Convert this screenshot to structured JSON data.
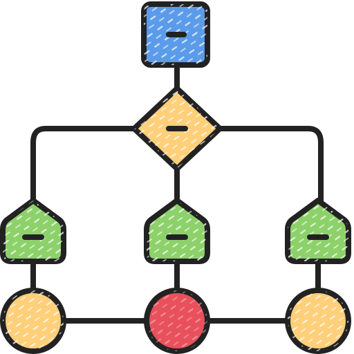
{
  "diagram": {
    "kind": "flowchart-icon",
    "stroke_color": "#222222",
    "colors": {
      "start_node": "#5B9BEA",
      "decision_node": "#FFCF7A",
      "process_node": "#8DD16A",
      "terminal_node": "#FFCF7A",
      "terminal_node_highlight": "#E8505B",
      "sketch_hatch": "#ffffff"
    },
    "nodes": [
      {
        "id": "start",
        "shape": "rounded-square",
        "fill_key": "start_node"
      },
      {
        "id": "decision",
        "shape": "diamond",
        "fill_key": "decision_node"
      },
      {
        "id": "process-left",
        "shape": "pentagon",
        "fill_key": "process_node"
      },
      {
        "id": "process-center",
        "shape": "pentagon",
        "fill_key": "process_node"
      },
      {
        "id": "process-right",
        "shape": "pentagon",
        "fill_key": "process_node"
      },
      {
        "id": "end-left",
        "shape": "circle",
        "fill_key": "terminal_node"
      },
      {
        "id": "end-center",
        "shape": "circle",
        "fill_key": "terminal_node_highlight"
      },
      {
        "id": "end-right",
        "shape": "circle",
        "fill_key": "terminal_node"
      }
    ],
    "edges": [
      [
        "start",
        "decision"
      ],
      [
        "decision",
        "process-left"
      ],
      [
        "decision",
        "process-center"
      ],
      [
        "decision",
        "process-right"
      ],
      [
        "process-left",
        "end-left"
      ],
      [
        "process-center",
        "end-center"
      ],
      [
        "process-right",
        "end-right"
      ],
      [
        "end-left",
        "end-center"
      ],
      [
        "end-center",
        "end-right"
      ]
    ]
  }
}
